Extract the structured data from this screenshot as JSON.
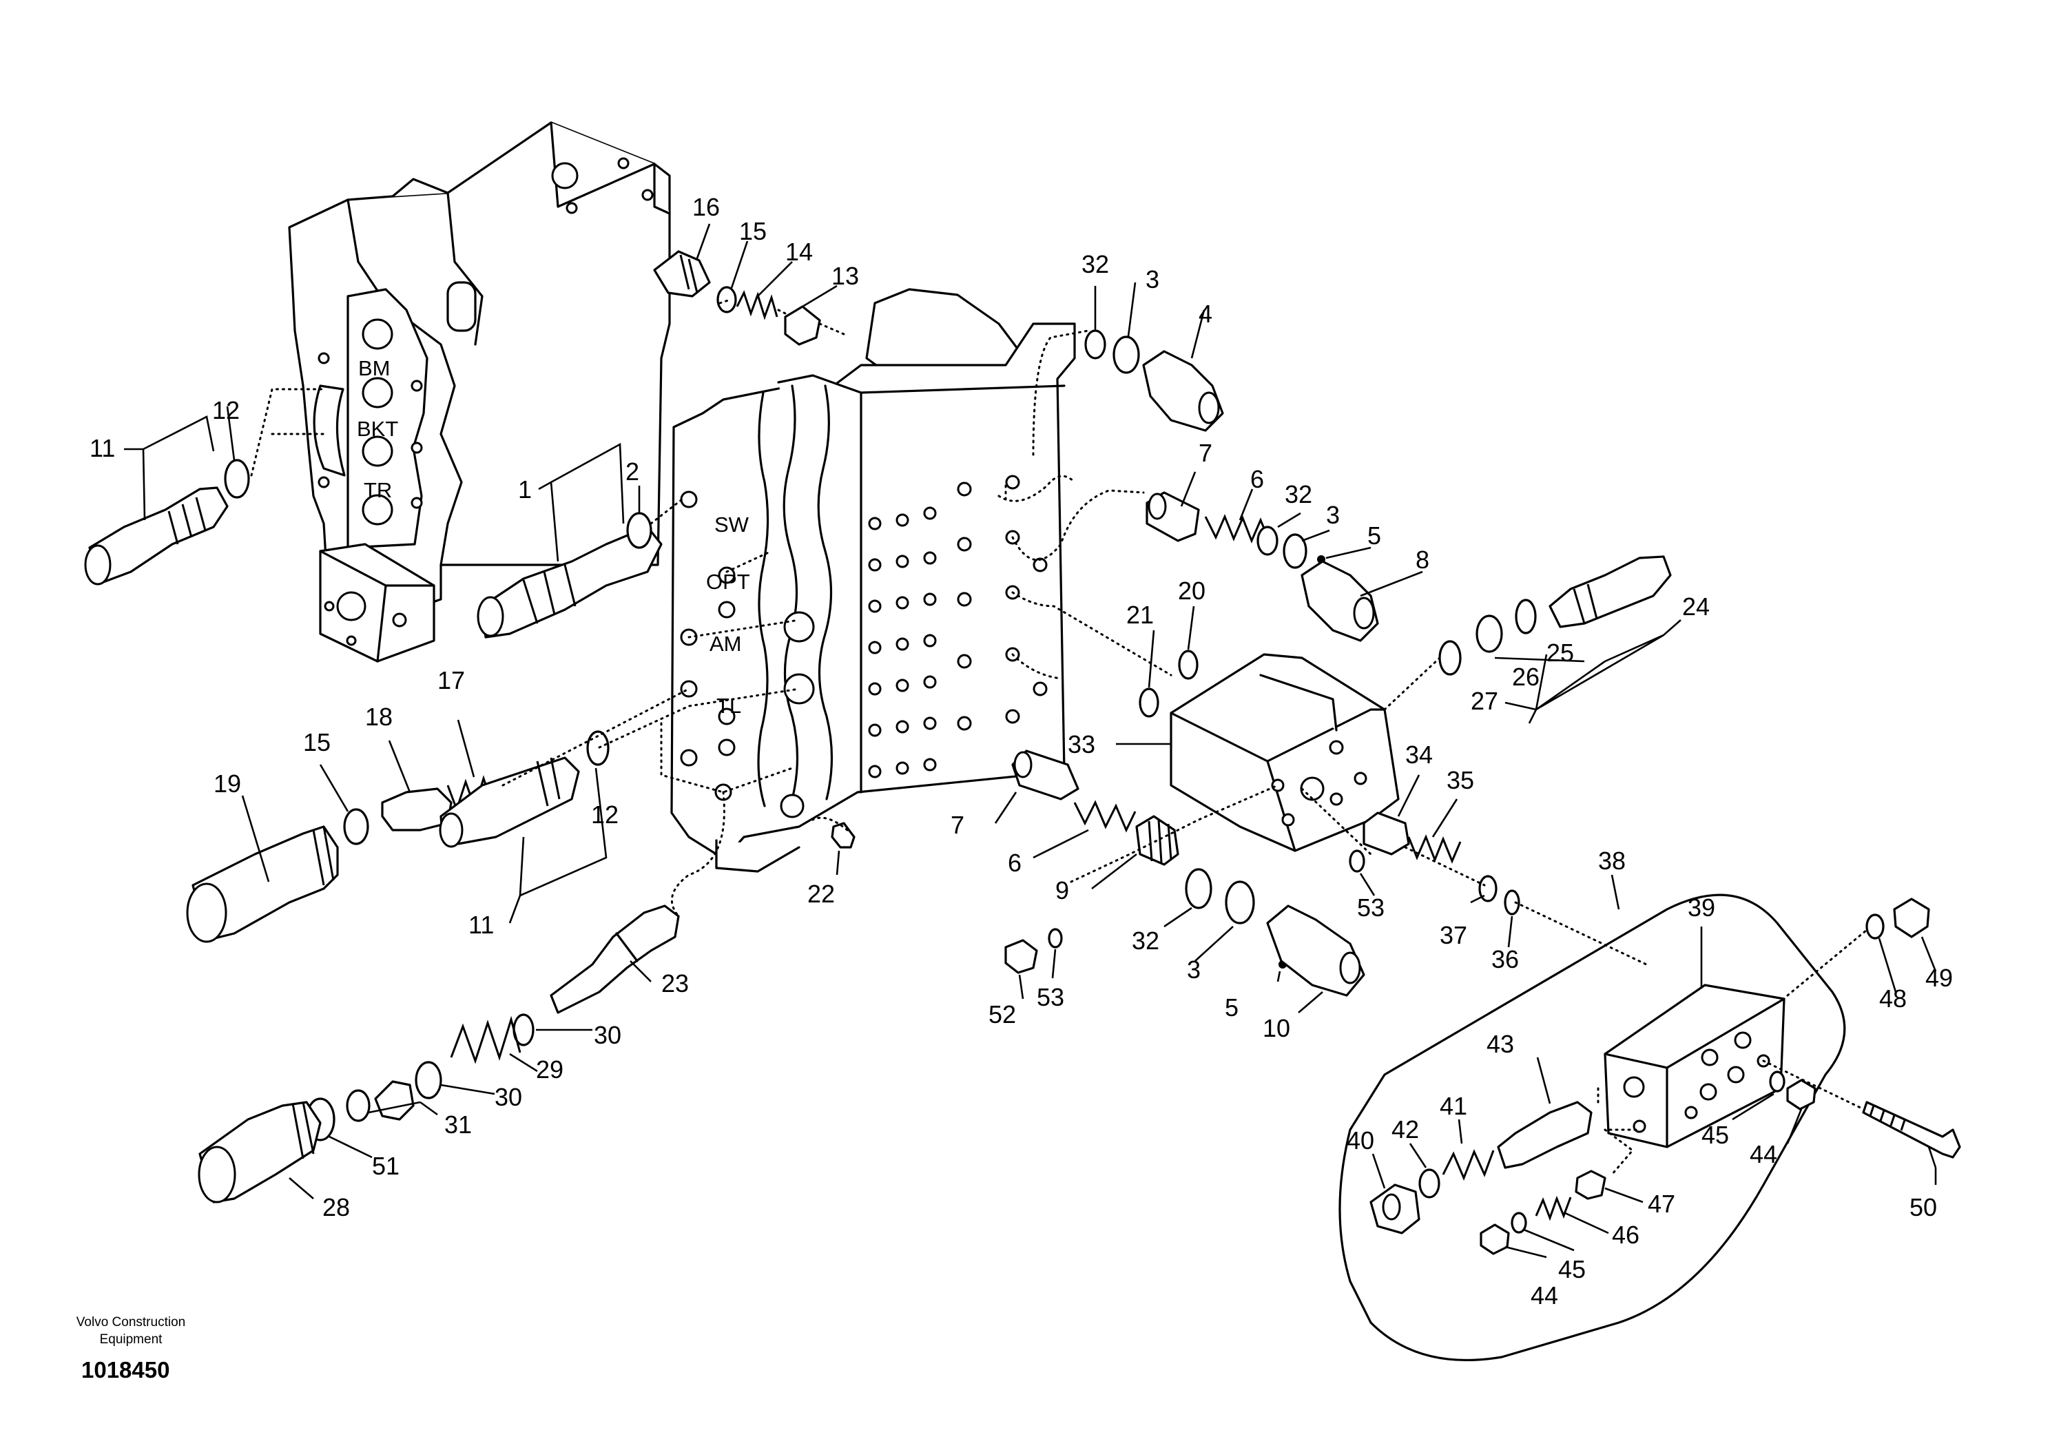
{
  "drawing_id": "1018450",
  "credit_lines": [
    "Volvo Construction",
    "Equipment"
  ],
  "port_labels": {
    "bm": "BM",
    "bkt": "BKT",
    "tr": "TR",
    "sw": "SW",
    "opt": "OPT",
    "am": "AM",
    "tl": "TL"
  },
  "callouts": {
    "c1": "1",
    "c2": "2",
    "c3a": "3",
    "c3b": "3",
    "c3c": "3",
    "c4": "4",
    "c5a": "5",
    "c5b": "5",
    "c6a": "6",
    "c6b": "6",
    "c7a": "7",
    "c7b": "7",
    "c8": "8",
    "c9": "9",
    "c10": "10",
    "c11a": "11",
    "c11b": "11",
    "c12a": "12",
    "c12b": "12",
    "c13": "13",
    "c14": "14",
    "c15a": "15",
    "c15b": "15",
    "c16": "16",
    "c17": "17",
    "c18": "18",
    "c19": "19",
    "c20": "20",
    "c21": "21",
    "c22": "22",
    "c23": "23",
    "c24": "24",
    "c25": "25",
    "c26": "26",
    "c27": "27",
    "c28": "28",
    "c29": "29",
    "c30a": "30",
    "c30b": "30",
    "c31": "31",
    "c32a": "32",
    "c32b": "32",
    "c32c": "32",
    "c33": "33",
    "c34": "34",
    "c35": "35",
    "c36": "36",
    "c37": "37",
    "c38": "38",
    "c39": "39",
    "c40": "40",
    "c41": "41",
    "c42": "42",
    "c43": "43",
    "c44a": "44",
    "c44b": "44",
    "c45a": "45",
    "c45b": "45",
    "c46": "46",
    "c47": "47",
    "c48": "48",
    "c49": "49",
    "c50": "50",
    "c51": "51",
    "c52": "52",
    "c53a": "53",
    "c53b": "53"
  }
}
